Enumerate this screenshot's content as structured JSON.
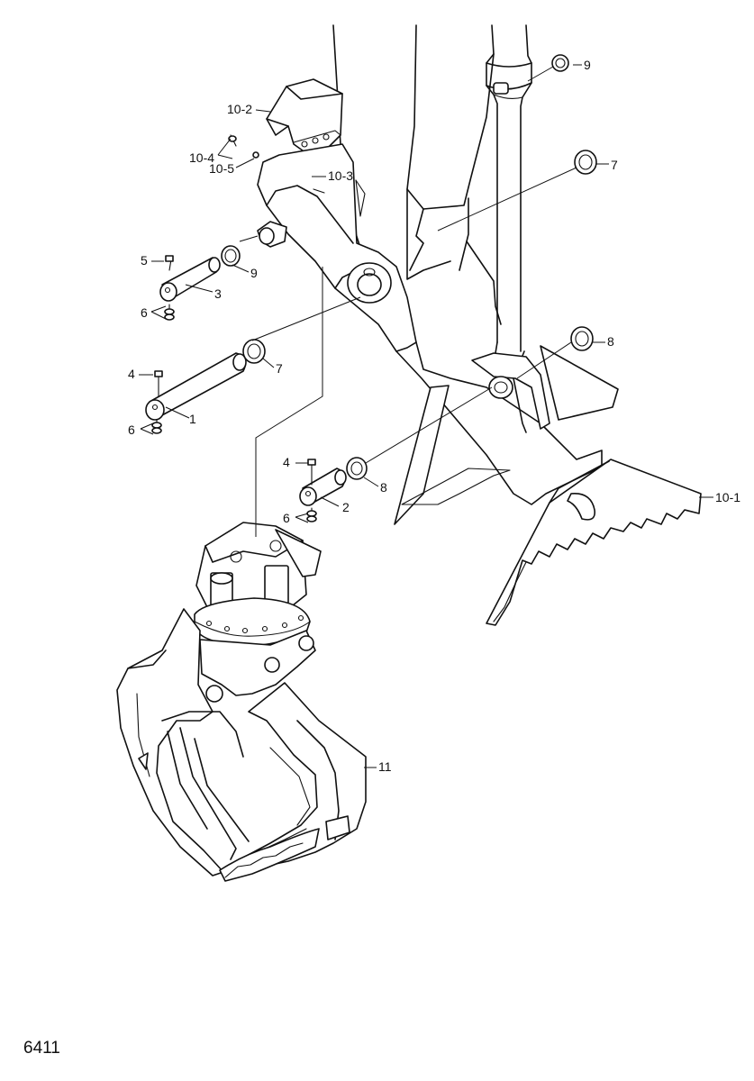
{
  "figure_id": "6411",
  "callouts": {
    "c_9_top": "9",
    "c_7_right": "7",
    "c_10_2": "10-2",
    "c_10_4": "10-4",
    "c_10_5": "10-5",
    "c_10_3": "10-3",
    "c_5": "5",
    "c_9_mid": "9",
    "c_3": "3",
    "c_6_upper": "6",
    "c_4_left": "4",
    "c_7_mid": "7",
    "c_1": "1",
    "c_6_left": "6",
    "c_8_right": "8",
    "c_4_mid": "4",
    "c_8_mid": "8",
    "c_2": "2",
    "c_6_mid": "6",
    "c_10_1": "10-1",
    "c_11": "11"
  }
}
